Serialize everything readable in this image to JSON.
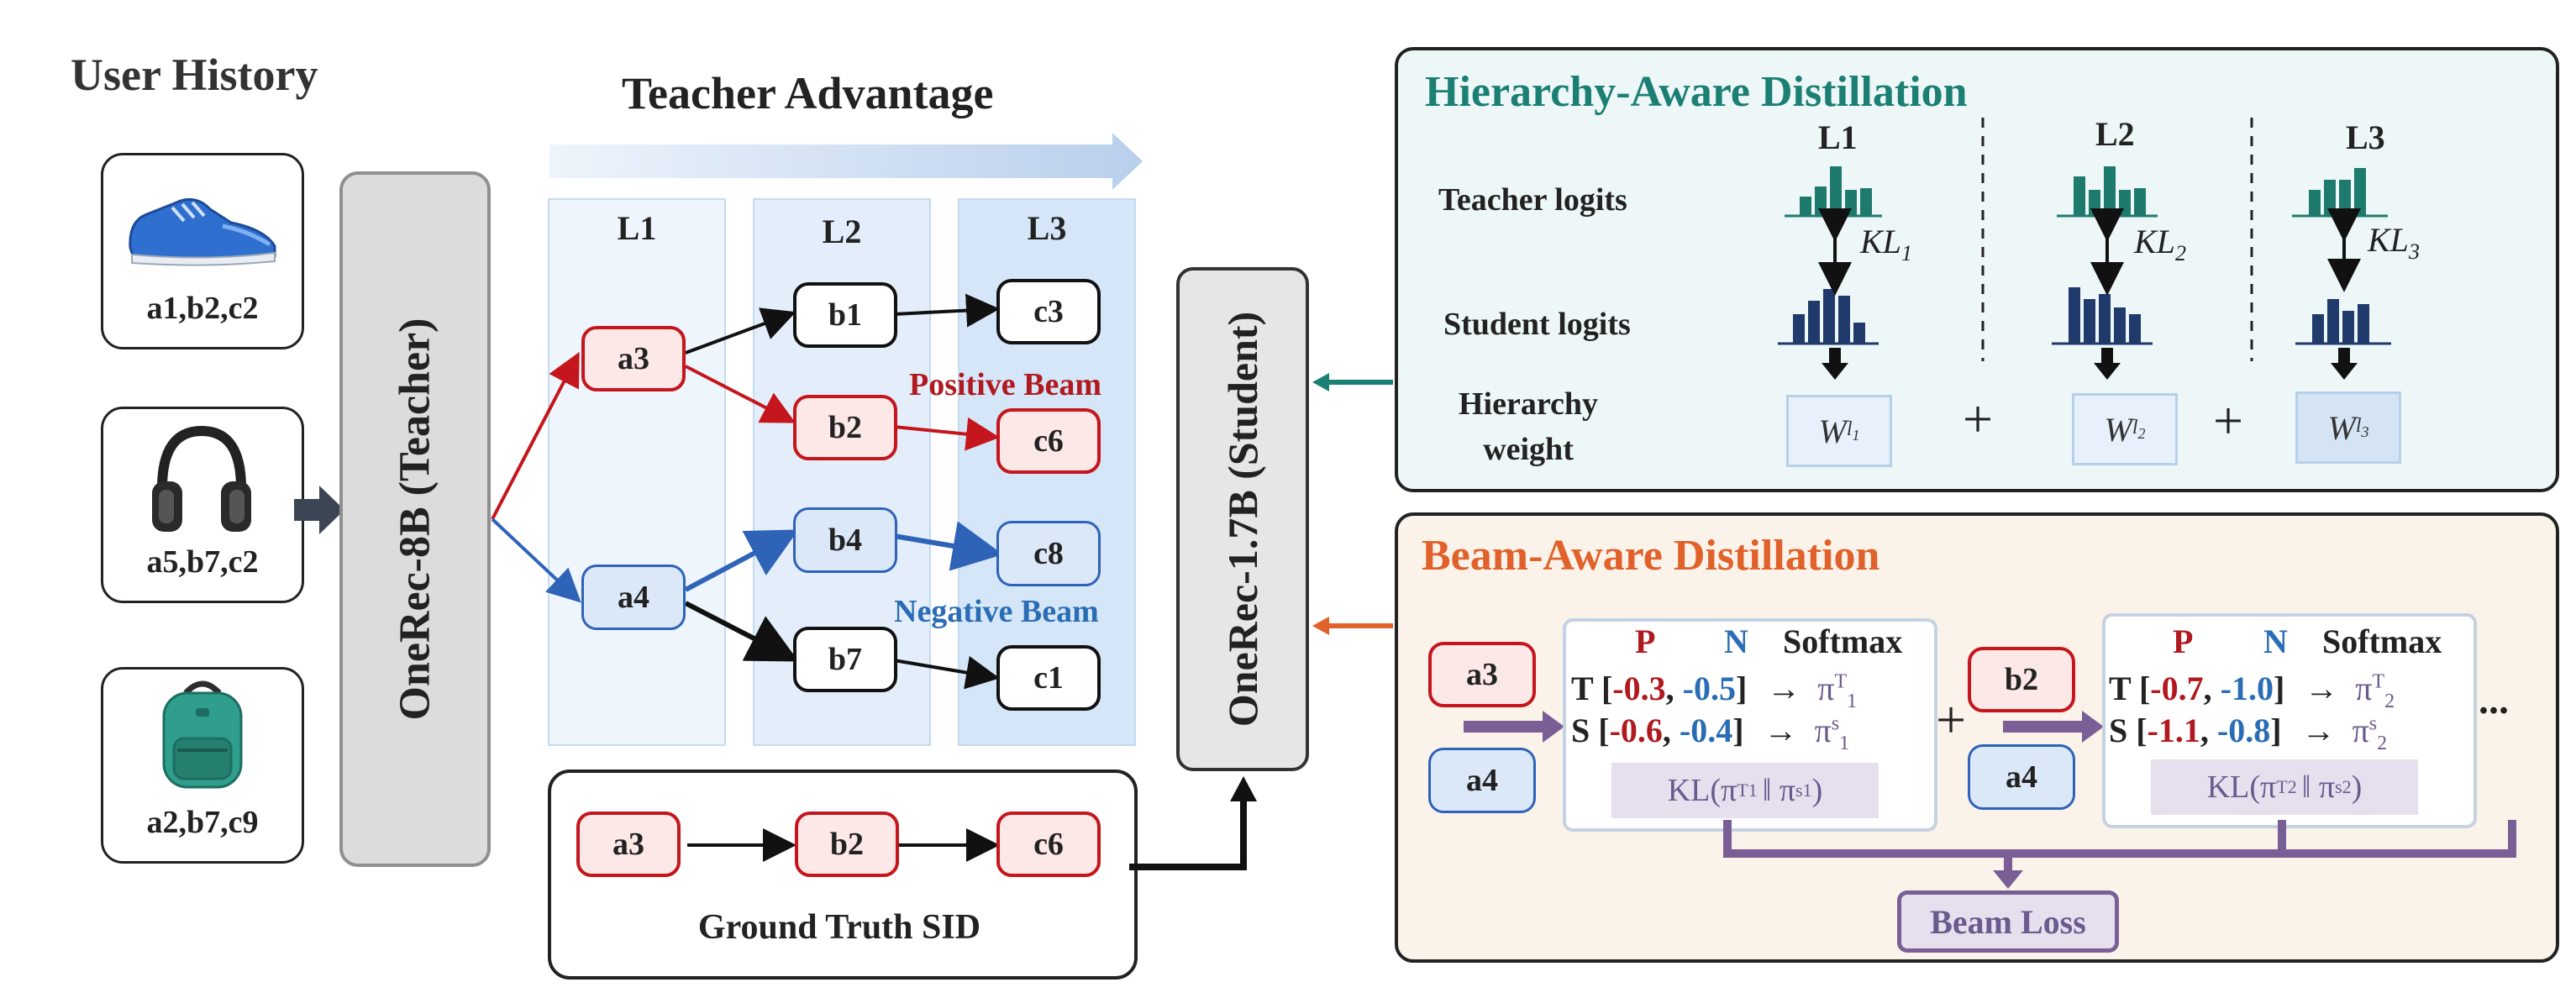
{
  "user_history": {
    "title": "User History",
    "items": [
      {
        "icon": "shoe-icon",
        "label": "a1,b2,c2"
      },
      {
        "icon": "headphones-icon",
        "label": "a5,b7,c2"
      },
      {
        "icon": "backpack-icon",
        "label": "a2,b7,c9"
      }
    ]
  },
  "teacher": {
    "label": "OneRec-8B (Teacher)"
  },
  "student": {
    "label": "OneRec-1.7B (Student)"
  },
  "tree": {
    "title": "Teacher Advantage",
    "columns": [
      "L1",
      "L2",
      "L3"
    ],
    "nodes": {
      "a3": "a3",
      "a4": "a4",
      "b1": "b1",
      "b2": "b2",
      "b4": "b4",
      "b7": "b7",
      "c3": "c3",
      "c6": "c6",
      "c8": "c8",
      "c1": "c1"
    },
    "positive_beam": "Positive Beam",
    "negative_beam": "Negative Beam"
  },
  "ground_truth": {
    "nodes": [
      "a3",
      "b2",
      "c6"
    ],
    "label": "Ground Truth SID"
  },
  "hierarchy": {
    "title": "Hierarchy-Aware Distillation",
    "levels": [
      "L1",
      "L2",
      "L3"
    ],
    "row_teacher": "Teacher logits",
    "row_student": "Student logits",
    "row_weight_1": "Hierarchy",
    "row_weight_2": "weight",
    "kl": [
      "KL",
      "KL",
      "KL"
    ],
    "kl_sub": [
      "1",
      "2",
      "3"
    ],
    "weights": [
      "W",
      "W",
      "W"
    ],
    "weight_sub": [
      "l",
      "l",
      "l"
    ],
    "weight_subsub": [
      "1",
      "2",
      "3"
    ],
    "plus": "+",
    "colors": {
      "teacher": "#1f7a6e",
      "student": "#1f3a6b",
      "title": "#1b7f73"
    }
  },
  "beam": {
    "title": "Beam-Aware Distillation",
    "left_nodes": [
      "a3",
      "a4"
    ],
    "mid_nodes": [
      "b2",
      "a4"
    ],
    "plus": "+",
    "ellipsis": "...",
    "blocks": [
      {
        "hdr_p": "P",
        "hdr_n": "N",
        "hdr_soft": "Softmax",
        "t_label": "T",
        "t_p": "-0.3",
        "t_n": "-0.5",
        "s_label": "S",
        "s_p": "-0.6",
        "s_n": "-0.4",
        "pi_t": "π",
        "pi_t_sup": "T",
        "pi_t_sub": "1",
        "pi_s": "π",
        "pi_s_sup": "s",
        "pi_s_sub": "1",
        "kl": "KL(π",
        "kl_t_sup": "T",
        "kl_t_sub": "1",
        "kl_mid": "‖ π",
        "kl_s_sup": "s",
        "kl_s_sub": "1",
        "kl_end": ")"
      },
      {
        "hdr_p": "P",
        "hdr_n": "N",
        "hdr_soft": "Softmax",
        "t_label": "T",
        "t_p": "-0.7",
        "t_n": "-1.0",
        "s_label": "S",
        "s_p": "-1.1",
        "s_n": "-0.8",
        "pi_t": "π",
        "pi_t_sup": "T",
        "pi_t_sub": "2",
        "pi_s": "π",
        "pi_s_sup": "s",
        "pi_s_sub": "2",
        "kl": "KL(π",
        "kl_t_sup": "T",
        "kl_t_sub": "2",
        "kl_mid": "‖ π",
        "kl_s_sup": "s",
        "kl_s_sub": "2",
        "kl_end": ")"
      }
    ],
    "loss": "Beam Loss",
    "colors": {
      "title": "#e0622a",
      "purple": "#7a5f96"
    }
  }
}
